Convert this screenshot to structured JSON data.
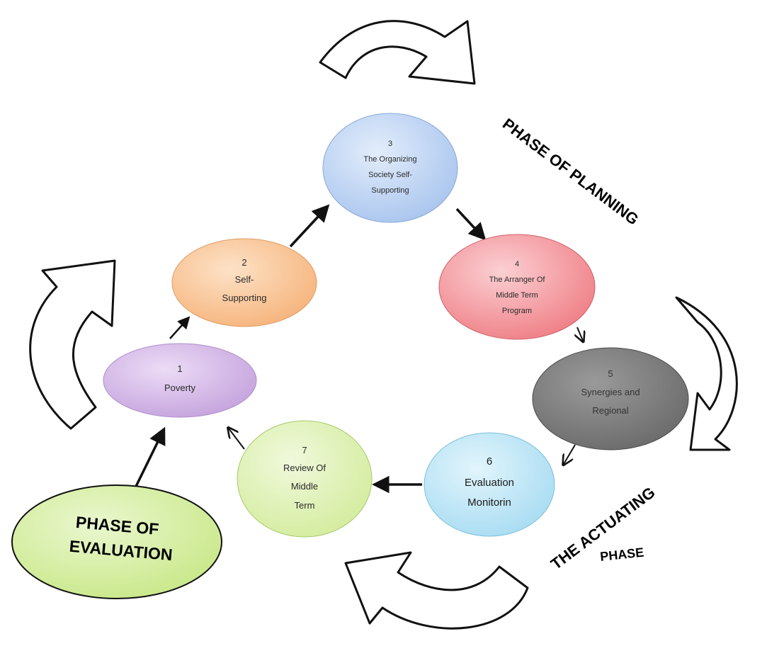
{
  "colors": {
    "node1": "#c5a3dd",
    "node2": "#f6b47c",
    "node3": "#a9c5ee",
    "node4": "#ef7f86",
    "node5": "#6b6b6b",
    "node6": "#a8dcf2",
    "node7": "#d4ec9e",
    "evaluation": "#c9e889"
  },
  "nodes": [
    {
      "number": "1",
      "lines": [
        "Poverty"
      ]
    },
    {
      "number": "2",
      "lines": [
        "Self-",
        "Supporting"
      ]
    },
    {
      "number": "3",
      "lines": [
        "The Organizing",
        "Society Self-",
        "Supporting"
      ]
    },
    {
      "number": "4",
      "lines": [
        "The Arranger Of",
        "Middle Term",
        "Program"
      ]
    },
    {
      "number": "5",
      "lines": [
        "Synergies and",
        "Regional"
      ]
    },
    {
      "number": "6",
      "lines": [
        "Evaluation",
        "Monitorin"
      ]
    },
    {
      "number": "7",
      "lines": [
        "Review Of",
        "Middle",
        "Term"
      ]
    }
  ],
  "phases": {
    "planning": "PHASE OF PLANNING",
    "actuating_line1": "THE ACTUATING",
    "actuating_line2": "PHASE",
    "evaluation_line1": "PHASE OF",
    "evaluation_line2": "EVALUATION"
  }
}
